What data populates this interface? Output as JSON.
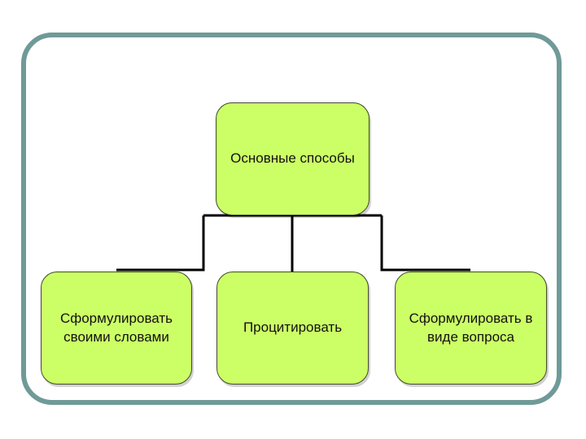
{
  "diagram": {
    "root": {
      "label": "Основные способы"
    },
    "children": [
      {
        "label": "Сформулировать своими словами"
      },
      {
        "label": "Процитировать"
      },
      {
        "label": "Сформулировать в виде вопроса"
      }
    ]
  },
  "colors": {
    "frame_border": "#6f9a98",
    "box_fill": "#ccff66",
    "box_border": "#3f4a2a",
    "connector": "#000000"
  }
}
